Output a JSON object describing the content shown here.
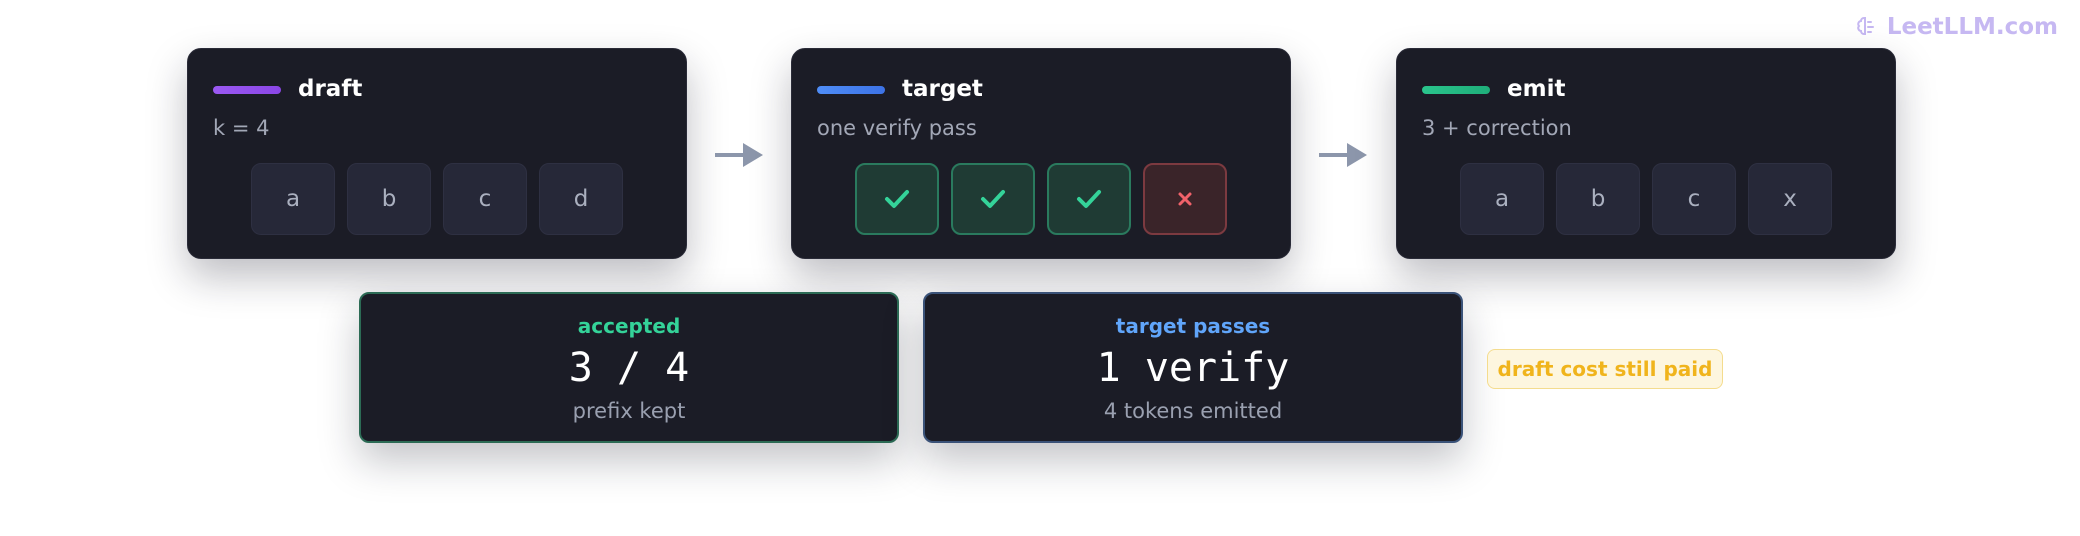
{
  "watermark": {
    "text": "LeetLLM.com",
    "icon": "brain-icon"
  },
  "stages": [
    {
      "title": "draft",
      "subtitle": "k = 4",
      "accent": "#8f4ff0",
      "tokens": [
        {
          "label": "a"
        },
        {
          "label": "b"
        },
        {
          "label": "c"
        },
        {
          "label": "d"
        }
      ]
    },
    {
      "title": "target",
      "subtitle": "one verify pass",
      "accent": "#4a84f2",
      "tokens": [
        {
          "state": "accepted",
          "icon": "check-icon",
          "label": "✓"
        },
        {
          "state": "accepted",
          "icon": "check-icon",
          "label": "✓"
        },
        {
          "state": "accepted",
          "icon": "check-icon",
          "label": "✓"
        },
        {
          "state": "rejected",
          "icon": "cross-icon",
          "label": "×"
        }
      ]
    },
    {
      "title": "emit",
      "subtitle": "3 + correction",
      "accent": "#23bb85",
      "tokens": [
        {
          "label": "a"
        },
        {
          "label": "b"
        },
        {
          "label": "c"
        },
        {
          "label": "x"
        }
      ]
    }
  ],
  "stats": [
    {
      "label": "accepted",
      "value": "3 / 4",
      "note": "prefix kept",
      "color": "#34d399"
    },
    {
      "label": "target passes",
      "value": "1 verify",
      "note": "4 tokens emitted",
      "color": "#60a5fa"
    }
  ],
  "badge": {
    "text": "draft cost still paid",
    "color": "#f0b41c"
  }
}
